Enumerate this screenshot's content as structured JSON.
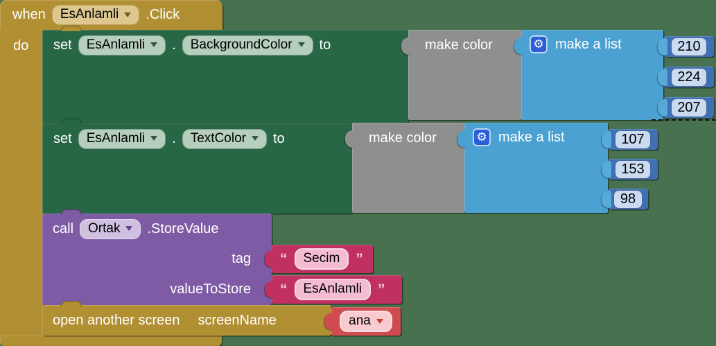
{
  "workspace": {
    "background": "#48724F"
  },
  "colors": {
    "event_control_gold": "#B18F33",
    "setter_green": "#276746",
    "make_color_gray": "#8F8F8F",
    "list_blue": "#4AA1D2",
    "math_blue": "#3E70B3",
    "procedure_purple": "#7E5BA4",
    "text_crimson": "#C03060",
    "screen_red": "#D04B50"
  },
  "when_block": {
    "keyword": "when",
    "component": "EsAnlamli",
    "event": ".Click",
    "do_label": "do"
  },
  "row1": {
    "keyword": "set",
    "component": "EsAnlamli",
    "dot": ".",
    "property": "BackgroundColor",
    "to": "to",
    "make_color": "make color",
    "make_list": "make a list",
    "values": [
      "210",
      "224",
      "207"
    ]
  },
  "row2": {
    "keyword": "set",
    "component": "EsAnlamli",
    "dot": ".",
    "property": "TextColor",
    "to": "to",
    "make_color": "make color",
    "make_list": "make a list",
    "values": [
      "107",
      "153",
      "98"
    ]
  },
  "call_block": {
    "keyword": "call",
    "component": "Ortak",
    "method": ".StoreValue",
    "param_tag": "tag",
    "param_value": "valueToStore",
    "arg_tag": "Secim",
    "arg_value": "EsAnlamli",
    "quote_open": "“",
    "quote_close": "”"
  },
  "open_screen": {
    "label": "open another screen",
    "param": "screenName",
    "value": "ana"
  },
  "icons": {
    "gear_glyph": "⚙"
  }
}
